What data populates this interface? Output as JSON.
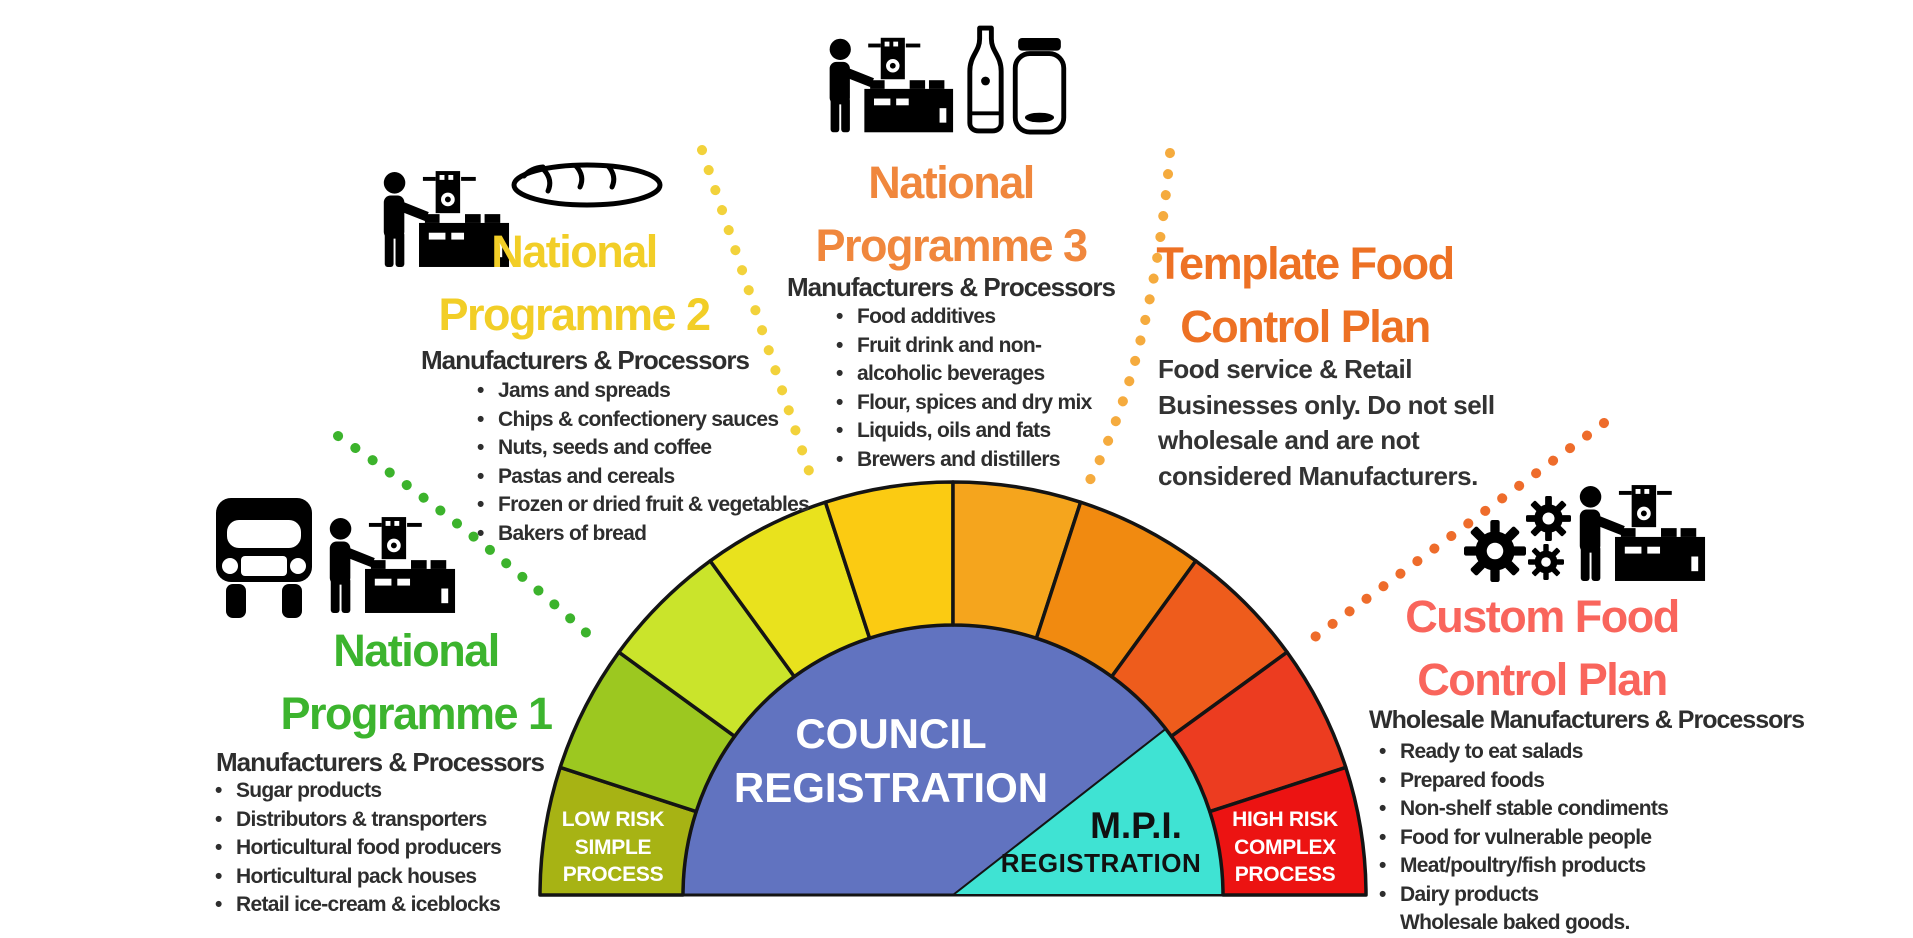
{
  "colors": {
    "np1_green": "#3cb42e",
    "np2_yellow": "#f2ce27",
    "np3_orange": "#f0873d",
    "template_orange": "#ed7124",
    "custom_red": "#f9655c",
    "body_text": "#2e2e2e",
    "council_blue": "#6173c0",
    "mpi_cyan": "#3fe3d3",
    "label_white": "#ffffff"
  },
  "sections": {
    "np1": {
      "title_line1": "National",
      "title_line2": "Programme 1",
      "subtitle": "Manufacturers & Processors",
      "color": "#3cb42e",
      "items": [
        "Sugar products",
        "Distributors & transporters",
        "Horticultural food producers",
        "Horticultural pack houses",
        "Retail ice-cream & iceblocks"
      ]
    },
    "np2": {
      "title_line1": "National",
      "title_line2": "Programme 2",
      "subtitle": "Manufacturers & Processors",
      "color": "#f2ce27",
      "items": [
        "Jams and spreads",
        "Chips & confectionery sauces",
        "Nuts, seeds and coffee",
        "Pastas and cereals",
        "Frozen or dried fruit & vegetables",
        "Bakers of bread"
      ]
    },
    "np3": {
      "title_line1": "National",
      "title_line2": "Programme 3",
      "subtitle": "Manufacturers & Processors",
      "color": "#f0873d",
      "items": [
        "Food additives",
        "Fruit drink and non-",
        "alcoholic beverages",
        "Flour, spices and dry mix",
        "Liquids, oils and fats",
        "Brewers and distillers"
      ]
    },
    "template": {
      "title_line1": "Template Food",
      "title_line2": "Control Plan",
      "color": "#ed7124",
      "body_lines": [
        "Food service & Retail",
        "Businesses only. Do not sell",
        "wholesale and are not",
        "considered Manufacturers."
      ]
    },
    "custom": {
      "title_line1": "Custom Food",
      "title_line2": "Control Plan",
      "subtitle": "Wholesale Manufacturers & Processors",
      "color": "#f9655c",
      "items": [
        "Ready to eat salads",
        "Prepared foods",
        "Non-shelf stable condiments",
        "Food for vulnerable people",
        "Meat/poultry/fish products",
        "Dairy products"
      ],
      "footer_item": "Wholesale baked goods."
    }
  },
  "gauge": {
    "council_color": "#6173c0",
    "mpi_color": "#3fe3d3",
    "council_line1": "COUNCIL",
    "council_line2": "REGISTRATION",
    "mpi_line1": "M.P.I.",
    "mpi_line2": "REGISTRATION",
    "low_risk": [
      "LOW RISK",
      "SIMPLE",
      "PROCESS"
    ],
    "high_risk": [
      "HIGH RISK",
      "COMPLEX",
      "PROCESS"
    ],
    "segments": [
      {
        "color": "#a7b314"
      },
      {
        "color": "#9cc820"
      },
      {
        "color": "#cae42b"
      },
      {
        "color": "#e9e21d"
      },
      {
        "color": "#fbcb12"
      },
      {
        "color": "#f5a51d"
      },
      {
        "color": "#f18a10"
      },
      {
        "color": "#ee5c1c"
      },
      {
        "color": "#ec3c20"
      },
      {
        "color": "#ec1312"
      }
    ]
  },
  "connectors": [
    {
      "name": "programme-1-connector",
      "color": "#3cb32c"
    },
    {
      "name": "programme-2-connector",
      "color": "#f2d23b"
    },
    {
      "name": "programme-3-connector",
      "color": "#f5ab3e"
    },
    {
      "name": "custom-plan-connector",
      "color": "#ee6c2b"
    }
  ],
  "icons": {
    "np1": [
      "truck-icon",
      "worker-counter-icon"
    ],
    "np2": [
      "worker-counter-icon",
      "bread-icon"
    ],
    "np3": [
      "worker-counter-icon",
      "bottle-icon",
      "jar-icon"
    ],
    "custom": [
      "gears-icon",
      "worker-counter-icon"
    ]
  }
}
